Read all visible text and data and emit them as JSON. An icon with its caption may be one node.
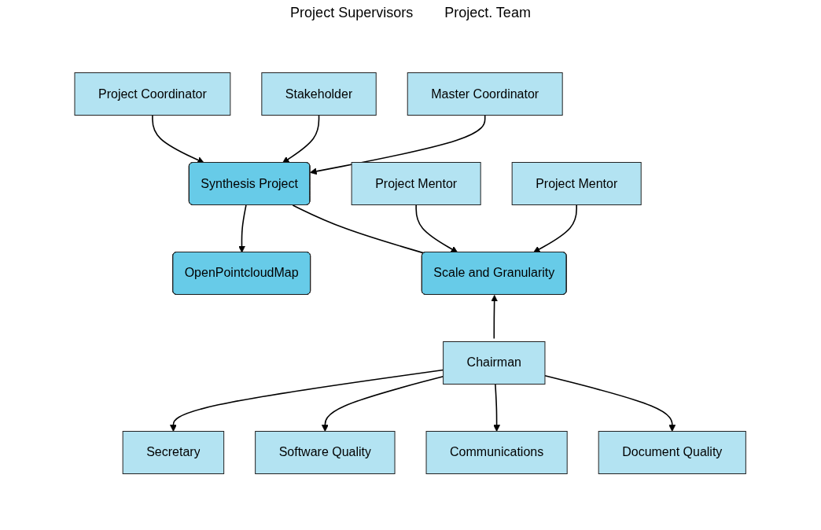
{
  "diagram": {
    "nodes": [
      {
        "text": [
          "Project Coordinator"
        ]
      },
      {
        "text": [
          "Stakeholder"
        ]
      },
      {
        "text": [
          "Master Coordinator"
        ]
      },
      {
        "text": [
          "Synthesis Project"
        ]
      },
      {
        "text": [
          "OpenPointcloudMap"
        ]
      },
      {
        "text": [
          "Scale and Granularity"
        ]
      },
      {
        "text": [
          "Project Mentor"
        ]
      },
      {
        "text": [
          "Chairman"
        ]
      },
      {
        "text": [
          "Project Mentor"
        ]
      },
      {
        "text": [
          "Secretary"
        ]
      },
      {
        "text": [
          "Software Quality"
        ]
      },
      {
        "text": [
          "Communications"
        ]
      },
      {
        "text": [
          "Document Quality"
        ]
      }
    ],
    "edges": [
      {
        "from": 0,
        "to": 3,
        "arrow": "to"
      },
      {
        "from": 1,
        "to": 3,
        "arrow": "to"
      },
      {
        "from": 2,
        "to": 3,
        "arrow": "to"
      },
      {
        "from": 3,
        "to": 4,
        "arrow": "to"
      },
      {
        "from": 3,
        "to": 5,
        "arrow": "none"
      },
      {
        "from": 6,
        "to": 5,
        "arrow": "to"
      },
      {
        "from": 7,
        "to": 5,
        "arrow": "to"
      },
      {
        "from": 8,
        "to": 5,
        "arrow": "to"
      },
      {
        "from": 7,
        "to": 9,
        "arrow": "to"
      },
      {
        "from": 7,
        "to": 10,
        "arrow": "to"
      },
      {
        "from": 7,
        "to": 11,
        "arrow": "to"
      },
      {
        "from": 7,
        "to": 12,
        "arrow": "to"
      }
    ],
    "labels": [
      "Project Supervisors",
      "Project. Team"
    ]
  }
}
